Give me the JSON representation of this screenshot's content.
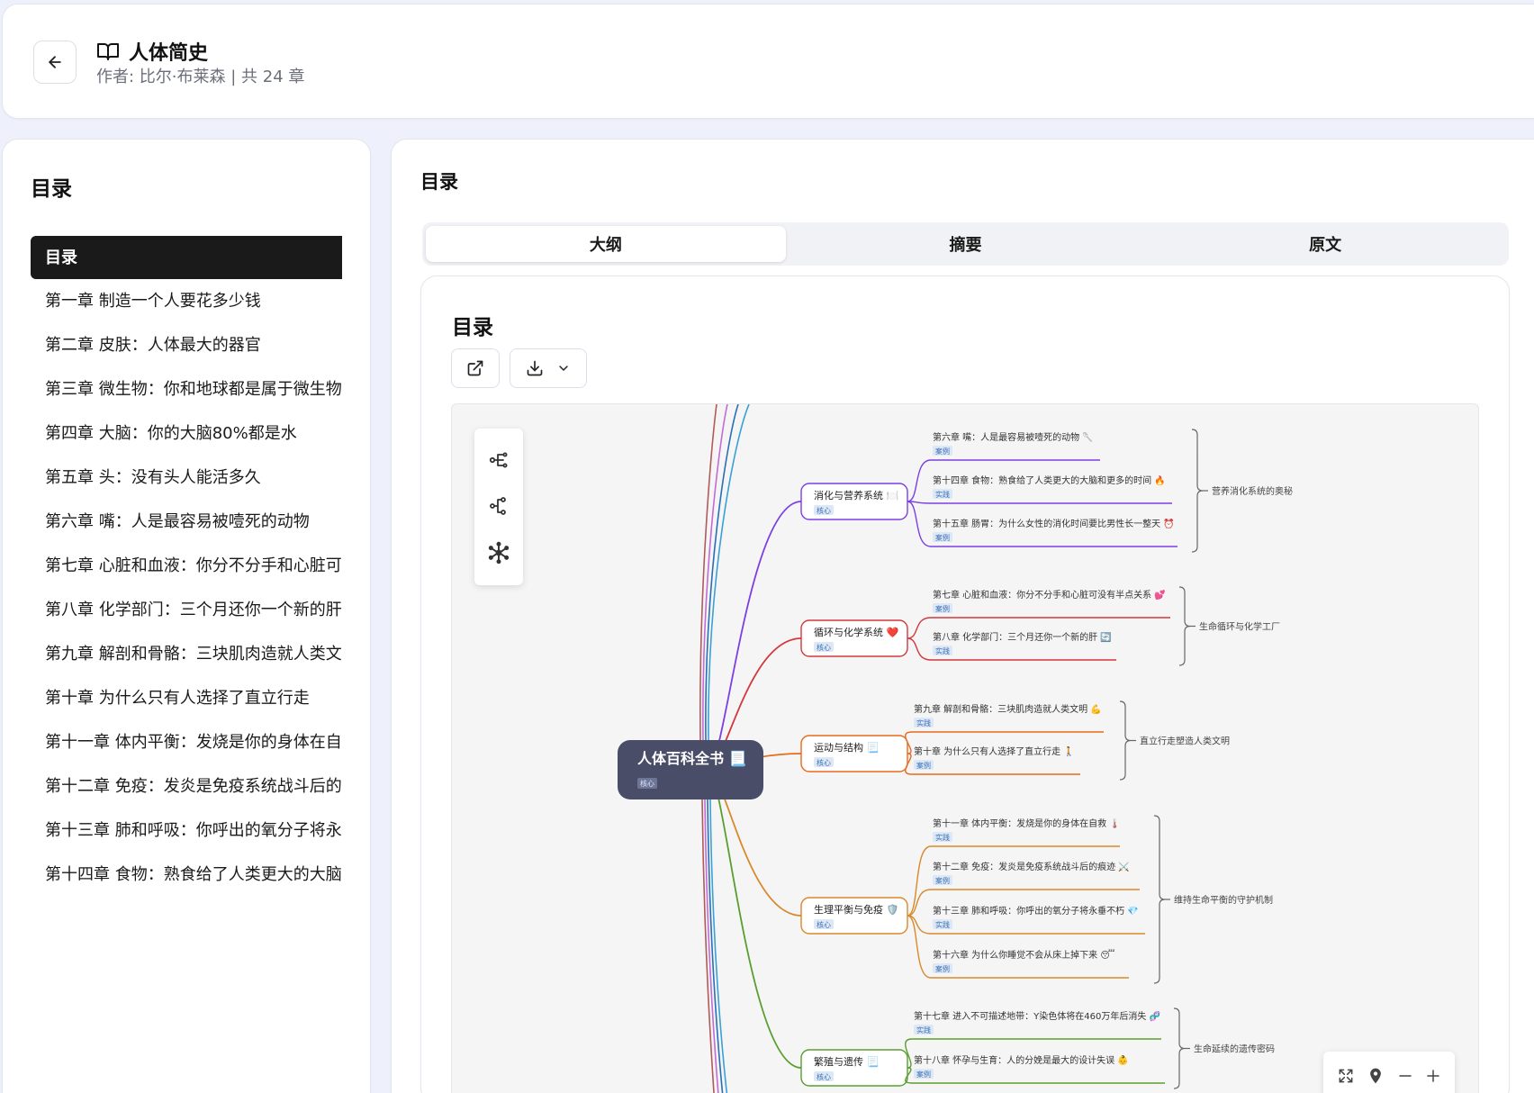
{
  "header": {
    "title": "人体简史",
    "meta": "作者: 比尔·布莱森 | 共 24 章"
  },
  "sidebar": {
    "title": "目录",
    "items": [
      "目录",
      "第一章 制造一个人要花多少钱",
      "第二章 皮肤：人体最大的器官",
      "第三章 微生物：你和地球都是属于微生物",
      "第四章 大脑：你的大脑80%都是水",
      "第五章 头：没有头人能活多久",
      "第六章 嘴：人是最容易被噎死的动物",
      "第七章 心脏和血液：你分不分手和心脏可",
      "第八章 化学部门：三个月还你一个新的肝",
      "第九章 解剖和骨骼：三块肌肉造就人类文",
      "第十章 为什么只有人选择了直立行走",
      "第十一章 体内平衡：发烧是你的身体在自",
      "第十二章 免疫：发炎是免疫系统战斗后的",
      "第十三章 肺和呼吸：你呼出的氧分子将永",
      "第十四章 食物：熟食给了人类更大的大脑"
    ]
  },
  "main": {
    "title": "目录",
    "tabs": [
      "大纲",
      "摘要",
      "原文"
    ],
    "active_tab": "大纲",
    "inner_title": "目录"
  },
  "mindmap": {
    "root": {
      "label": "人体百科全书 📃",
      "tag": "核心"
    },
    "branches": [
      {
        "label": "消化与营养系统 🍽️",
        "tag": "核心",
        "color": "#7b3fe4",
        "summary": "营养消化系统的奥秘",
        "leaves": [
          {
            "label": "第六章 嘴：人是最容易被噎死的动物 🥄",
            "tag": "案例"
          },
          {
            "label": "第十四章 食物：熟食给了人类更大的大脑和更多的时间 🔥",
            "tag": "实践"
          },
          {
            "label": "第十五章 肠胃：为什么女性的消化时间要比男性长一整天 ⏰",
            "tag": "案例"
          }
        ]
      },
      {
        "label": "循环与化学系统 ❤️",
        "tag": "核心",
        "color": "#d2383c",
        "summary": "生命循环与化学工厂",
        "leaves": [
          {
            "label": "第七章 心脏和血液：你分不分手和心脏可没有半点关系 💕",
            "tag": "案例"
          },
          {
            "label": "第八章 化学部门：三个月还你一个新的肝 🔄",
            "tag": "实践"
          }
        ]
      },
      {
        "label": "运动与结构 📃",
        "tag": "核心",
        "color": "#e86a1c",
        "summary": "直立行走塑造人类文明",
        "leaves": [
          {
            "label": "第九章 解剖和骨骼：三块肌肉造就人类文明 💪",
            "tag": "实践"
          },
          {
            "label": "第十章 为什么只有人选择了直立行走 🚶",
            "tag": "案例"
          }
        ]
      },
      {
        "label": "生理平衡与免疫 🛡️",
        "tag": "核心",
        "color": "#d8892b",
        "summary": "维持生命平衡的守护机制",
        "leaves": [
          {
            "label": "第十一章 体内平衡：发烧是你的身体在自救 🌡️",
            "tag": "实践"
          },
          {
            "label": "第十二章 免疫：发炎是免疫系统战斗后的痕迹 ⚔️",
            "tag": "案例"
          },
          {
            "label": "第十三章 肺和呼吸：你呼出的氧分子将永垂不朽 💎",
            "tag": "实践"
          },
          {
            "label": "第十六章 为什么你睡觉不会从床上掉下来 😴",
            "tag": "案例"
          }
        ]
      },
      {
        "label": "繁殖与遗传 📃",
        "tag": "核心",
        "color": "#5a9e2f",
        "summary": "生命延续的遗传密码",
        "leaves": [
          {
            "label": "第十七章 进入不可描述地带：Y染色体将在460万年后消失 🧬",
            "tag": "实践"
          },
          {
            "label": "第十八章 怀孕与生育：人的分娩是最大的设计失误 👶",
            "tag": "案例"
          }
        ]
      }
    ]
  }
}
